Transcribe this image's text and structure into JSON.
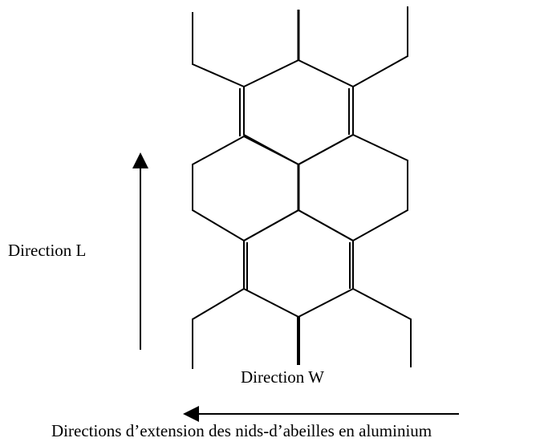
{
  "labels": {
    "direction_l": "Direction L",
    "direction_w": "Direction W",
    "caption": "Directions d’extension des nids-d’abeilles en aluminium"
  },
  "colors": {
    "stroke": "#000000",
    "background": "#ffffff"
  },
  "arrows": {
    "l_direction": "up",
    "w_direction": "left"
  }
}
